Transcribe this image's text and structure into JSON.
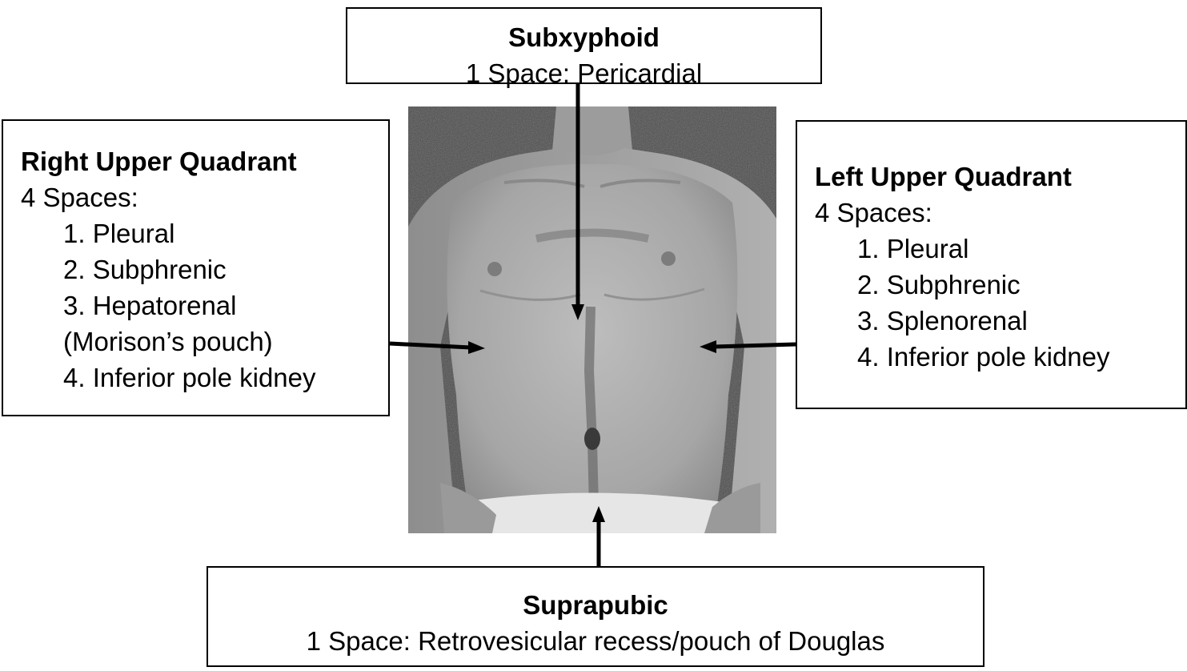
{
  "subxyphoid": {
    "title": "Subxyphoid",
    "line": "1 Space: Pericardial"
  },
  "right_upper_quadrant": {
    "title": "Right Upper Quadrant",
    "subtitle": "4 Spaces:",
    "items": [
      "1. Pleural",
      "2. Subphrenic",
      "3. Hepatorenal",
      "(Morison’s pouch)",
      "4. Inferior pole kidney"
    ]
  },
  "left_upper_quadrant": {
    "title": "Left Upper Quadrant",
    "subtitle": "4 Spaces:",
    "items": [
      "1. Pleural",
      "2. Subphrenic",
      "3. Splenorenal",
      "4. Inferior pole kidney"
    ]
  },
  "suprapubic": {
    "title": "Suprapubic",
    "line": "1 Space: Retrovesicular recess/pouch of Douglas"
  },
  "colors": {
    "border": "#000000",
    "background": "#ffffff",
    "arrow": "#000000"
  }
}
